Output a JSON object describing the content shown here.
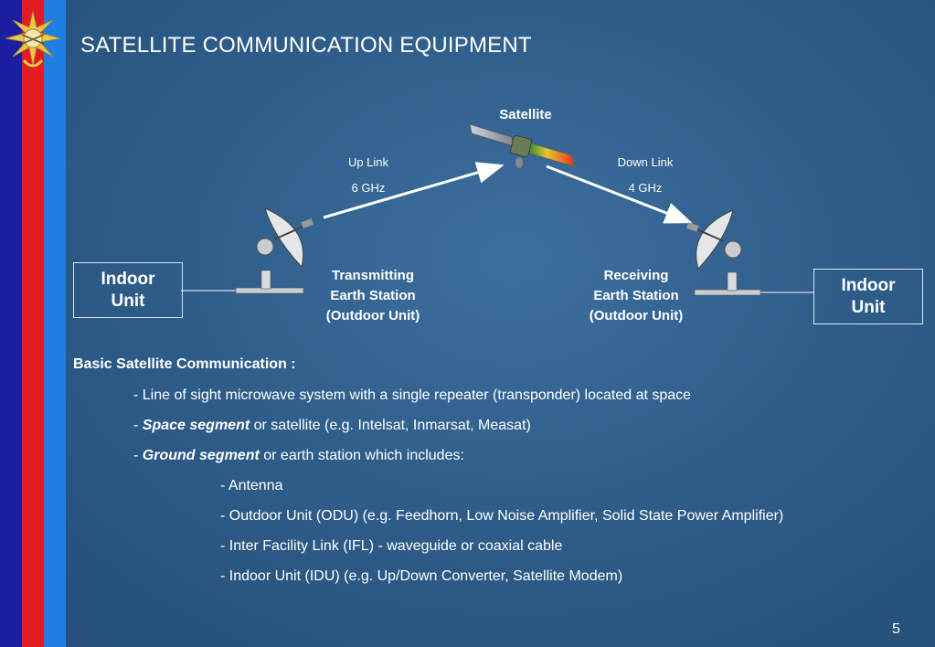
{
  "slide": {
    "title": "SATELLITE COMMUNICATION EQUIPMENT",
    "page_number": "5"
  },
  "emblem": {
    "icon": "military-emblem-icon"
  },
  "diagram": {
    "satellite_label": "Satellite",
    "uplink": {
      "label": "Up Link",
      "freq": "6 GHz"
    },
    "downlink": {
      "label": "Down Link",
      "freq": "4 GHz"
    },
    "transmitting": {
      "line1": "Transmitting",
      "line2": "Earth Station",
      "line3": "(Outdoor Unit)"
    },
    "receiving": {
      "line1": "Receiving",
      "line2": "Earth Station",
      "line3": "(Outdoor Unit)"
    },
    "indoor_left": {
      "line1": "Indoor",
      "line2": "Unit"
    },
    "indoor_right": {
      "line1": "Indoor",
      "line2": "Unit"
    },
    "icons": [
      "satellite-icon",
      "dish-antenna-icon",
      "arrow-icon"
    ]
  },
  "content": {
    "heading": "Basic Satellite Communication :",
    "bullet1": "- Line of sight microwave system with a single repeater (transponder) located at space",
    "bullet2_dash": "- ",
    "bullet2_em": "Space segment",
    "bullet2_rest": " or satellite (e.g. Intelsat, Inmarsat, Measat)",
    "bullet3_dash": "- ",
    "bullet3_em": "Ground segment",
    "bullet3_rest": " or earth station which includes:",
    "sub1": "- Antenna",
    "sub2": "- Outdoor Unit (ODU) (e.g. Feedhorn, Low Noise Amplifier, Solid State Power Amplifier)",
    "sub3": "- Inter Facility Link (IFL) - waveguide or coaxial cable",
    "sub4": "- Indoor Unit (IDU) (e.g. Up/Down Converter, Satellite Modem)"
  },
  "colors": {
    "background": "#2f5d8a",
    "stripe_blue_dark": "#1a1fa0",
    "stripe_red": "#e31b23",
    "stripe_blue_light": "#1f7fe0",
    "text": "#ffffff"
  }
}
